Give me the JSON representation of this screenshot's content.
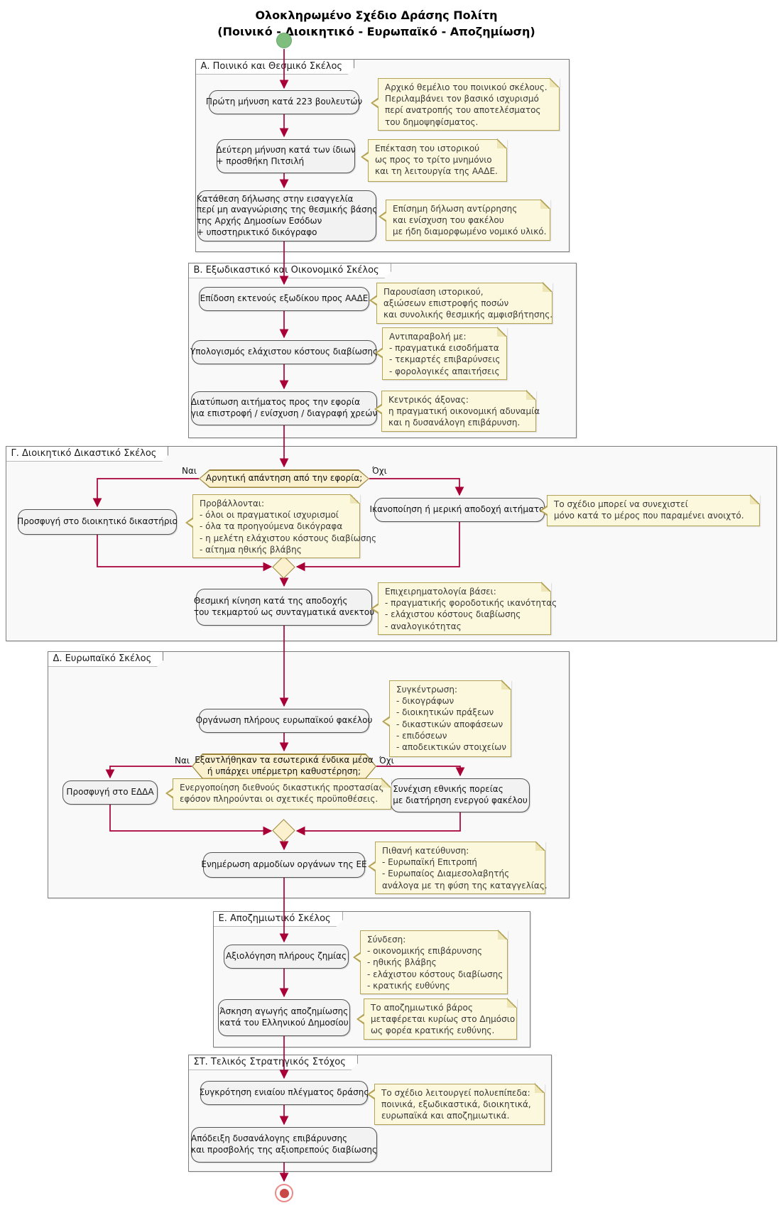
{
  "title": {
    "text": "Ολοκληρωμένο Σχέδιο Δράσης Πολίτη\n(Ποινικό - Διοικητικό - Ευρωπαϊκό - Αποζημίωση)"
  },
  "colors": {
    "arrow": "#A80036",
    "activity_fill": "#F2F2F2",
    "activity_border": "#545454",
    "note_fill": "#FCF8DD",
    "note_border": "#B4A354",
    "decision_fill": "#FBF1CF",
    "decision_border": "#9C8538",
    "start_fill": "#7FBE7F",
    "end_fill": "#C94747",
    "partition_fill": "#F9F9F9",
    "partition_border": "#7C7C7C"
  },
  "partitions": {
    "a": {
      "label": "Α. Ποινικό και Θεσμικό Σκέλος"
    },
    "b": {
      "label": "Β. Εξωδικαστικό και Οικονομικό Σκέλος"
    },
    "c": {
      "label": "Γ. Διοικητικό Δικαστικό Σκέλος"
    },
    "d": {
      "label": "Δ. Ευρωπαϊκό Σκέλος"
    },
    "e": {
      "label": "Ε. Αποζημιωτικό Σκέλος"
    },
    "f": {
      "label": "ΣΤ. Τελικός Στρατηγικός Στόχος"
    }
  },
  "nodes": {
    "a1": "Πρώτη μήνυση κατά 223 βουλευτών",
    "a2": "Δεύτερη μήνυση κατά των ίδιων\n+ προσθήκη Πιτσιλή",
    "a3": "Κατάθεση δήλωσης στην εισαγγελία\nπερί μη αναγνώρισης της θεσμικής βάσης\nτης Αρχής Δημοσίων Εσόδων\n+ υποστηρικτικό δικόγραφο",
    "b1": "Επίδοση εκτενούς εξωδίκου προς ΑΑΔΕ",
    "b2": "Υπολογισμός ελάχιστου κόστους διαβίωσης",
    "b3": "Διατύπωση αιτήματος προς την εφορία\nγια επιστροφή / ενίσχυση / διαγραφή χρεών",
    "c_left": "Προσφυγή στο διοικητικό δικαστήριο",
    "c_right": "Ικανοποίηση ή μερική αποδοχή αιτήματος",
    "c2": "Θεσμική κίνηση κατά της αποδοχής\nτου τεκμαρτού ως συνταγματικά ανεκτού",
    "d1": "Οργάνωση πλήρους ευρωπαϊκού φακέλου",
    "d_left": "Προσφυγή στο ΕΔΔΑ",
    "d_right": "Συνέχιση εθνικής πορείας\nμε διατήρηση ενεργού φακέλου",
    "d2": "Ενημέρωση αρμοδίων οργάνων της ΕΕ",
    "e1": "Αξιολόγηση πλήρους ζημίας",
    "e2": "Άσκηση αγωγής αποζημίωσης\nκατά του Ελληνικού Δημοσίου",
    "f1": "Συγκρότηση ενιαίου πλέγματος δράσης",
    "f2": "Απόδειξη δυσανάλογης επιβάρυνσης\nκαι προσβολής της αξιοπρεπούς διαβίωσης"
  },
  "decisions": {
    "c": {
      "question": "Αρνητική απάντηση από την εφορία;",
      "yes": "Ναι",
      "no": "Όχι"
    },
    "d": {
      "question": "Εξαντλήθηκαν τα εσωτερικά ένδικα μέσα\nή υπάρχει υπέρμετρη καθυστέρηση;",
      "yes": "Ναι",
      "no": "Όχι"
    }
  },
  "notes": {
    "a1": "Αρχικό θεμέλιο του ποινικού σκέλους.\nΠεριλαμβάνει τον βασικό ισχυρισμό\nπερί ανατροπής του αποτελέσματος\nτου δημοψηφίσματος.",
    "a2": "Επέκταση του ιστορικού\nως προς το τρίτο μνημόνιο\nκαι τη λειτουργία της ΑΑΔΕ.",
    "a3": "Επίσημη δήλωση αντίρρησης\nκαι ενίσχυση του φακέλου\nμε ήδη διαμορφωμένο νομικό υλικό.",
    "b1": "Παρουσίαση ιστορικού,\nαξιώσεων επιστροφής ποσών\nκαι συνολικής θεσμικής αμφισβήτησης.",
    "b2": "Αντιπαραβολή με:\n- πραγματικά εισοδήματα\n- τεκμαρτές επιβαρύνσεις\n- φορολογικές απαιτήσεις",
    "b3": "Κεντρικός άξονας:\nη πραγματική οικονομική αδυναμία\nκαι η δυσανάλογη επιβάρυνση.",
    "c_left": "Προβάλλονται:\n- όλοι οι πραγματικοί ισχυρισμοί\n- όλα τα προηγούμενα δικόγραφα\n- η μελέτη ελάχιστου κόστους διαβίωσης\n- αίτημα ηθικής βλάβης",
    "c_right": "Το σχέδιο μπορεί να συνεχιστεί\nμόνο κατά το μέρος που παραμένει ανοιχτό.",
    "c2": "Επιχειρηματολογία βάσει:\n- πραγματικής φοροδοτικής ικανότητας\n- ελάχιστου κόστους διαβίωσης\n- αναλογικότητας",
    "d1": "Συγκέντρωση:\n- δικογράφων\n- διοικητικών πράξεων\n- δικαστικών αποφάσεων\n- επιδόσεων\n- αποδεικτικών στοιχείων",
    "d_left": "Ενεργοποίηση διεθνούς δικαστικής προστασίας\nεφόσον πληρούνται οι σχετικές προϋποθέσεις.",
    "d2": "Πιθανή κατεύθυνση:\n- Ευρωπαϊκή Επιτροπή\n- Ευρωπαίος Διαμεσολαβητής\nανάλογα με τη φύση της καταγγελίας.",
    "e1": "Σύνδεση:\n- οικονομικής επιβάρυνσης\n- ηθικής βλάβης\n- ελάχιστου κόστους διαβίωσης\n- κρατικής ευθύνης",
    "e2": "Το αποζημιωτικό βάρος\nμεταφέρεται κυρίως στο Δημόσιο\nως φορέα κρατικής ευθύνης.",
    "f1": "Το σχέδιο λειτουργεί πολυεπίπεδα:\nποινικά, εξωδικαστικά, διοικητικά,\nευρωπαϊκά και αποζημιωτικά."
  }
}
